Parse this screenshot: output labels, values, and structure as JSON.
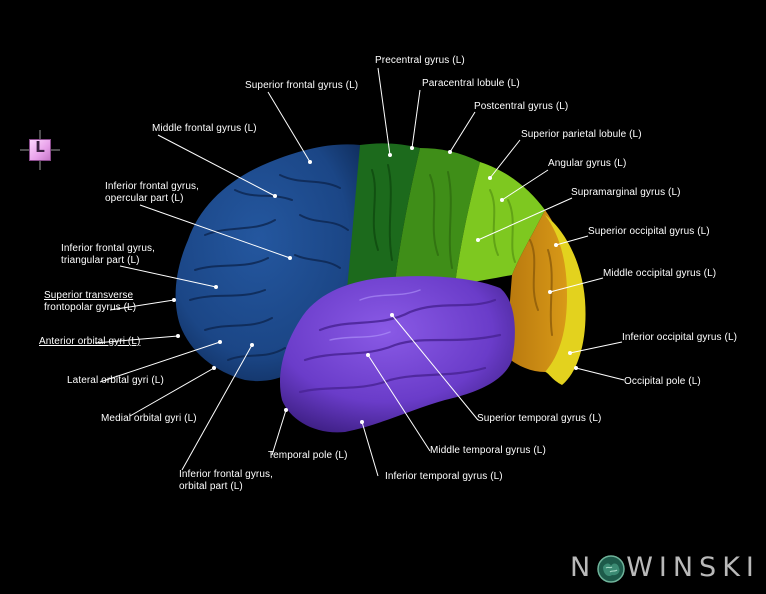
{
  "labels": {
    "precentral": "Precentral gyrus (L)",
    "paracentral": "Paracentral lobule (L)",
    "sup_frontal": "Superior frontal gyrus (L)",
    "postcentral": "Postcentral gyrus (L)",
    "mid_frontal": "Middle frontal gyrus (L)",
    "sup_parietal": "Superior parietal lobule (L)",
    "angular": "Angular gyrus (L)",
    "inf_frontal_operc_1": "Inferior frontal gyrus,",
    "inf_frontal_operc_2": "opercular part (L)",
    "supramarginal": "Supramarginal gyrus (L)",
    "sup_occipital": "Superior occipital gyrus (L)",
    "inf_frontal_tri_1": "Inferior frontal gyrus,",
    "inf_frontal_tri_2": "triangular part (L)",
    "mid_occipital": "Middle occipital gyrus (L)",
    "sup_transverse_1": "Superior transverse",
    "sup_transverse_2": "frontopolar gyrus (L)",
    "inf_occipital": "Inferior occipital gyrus (L)",
    "ant_orbital": "Anterior orbital gyri (L)",
    "lat_orbital": "Lateral orbital gyri (L)",
    "occ_pole": "Occipital pole (L)",
    "med_orbital": "Medial orbital gyri (L)",
    "sup_temporal": "Superior temporal gyrus (L)",
    "mid_temporal": "Middle temporal gyrus (L)",
    "temporal_pole": "Temporal pole (L)",
    "inf_frontal_orb_1": "Inferior frontal gyrus,",
    "inf_frontal_orb_2": "orbital part (L)",
    "inf_temporal": "Inferior temporal gyrus (L)"
  },
  "orientation": "L",
  "brand": {
    "left": "N",
    "right": "WINSKI"
  },
  "colors": {
    "frontal": "#1f4f95",
    "frontal_dark": "#163a70",
    "precentral": "#1c6a1c",
    "postcentral": "#4a9a1c",
    "parietal": "#7ec820",
    "occipital": "#c98e14",
    "occipital_pole": "#e3d21e",
    "temporal": "#6a3cc9"
  }
}
